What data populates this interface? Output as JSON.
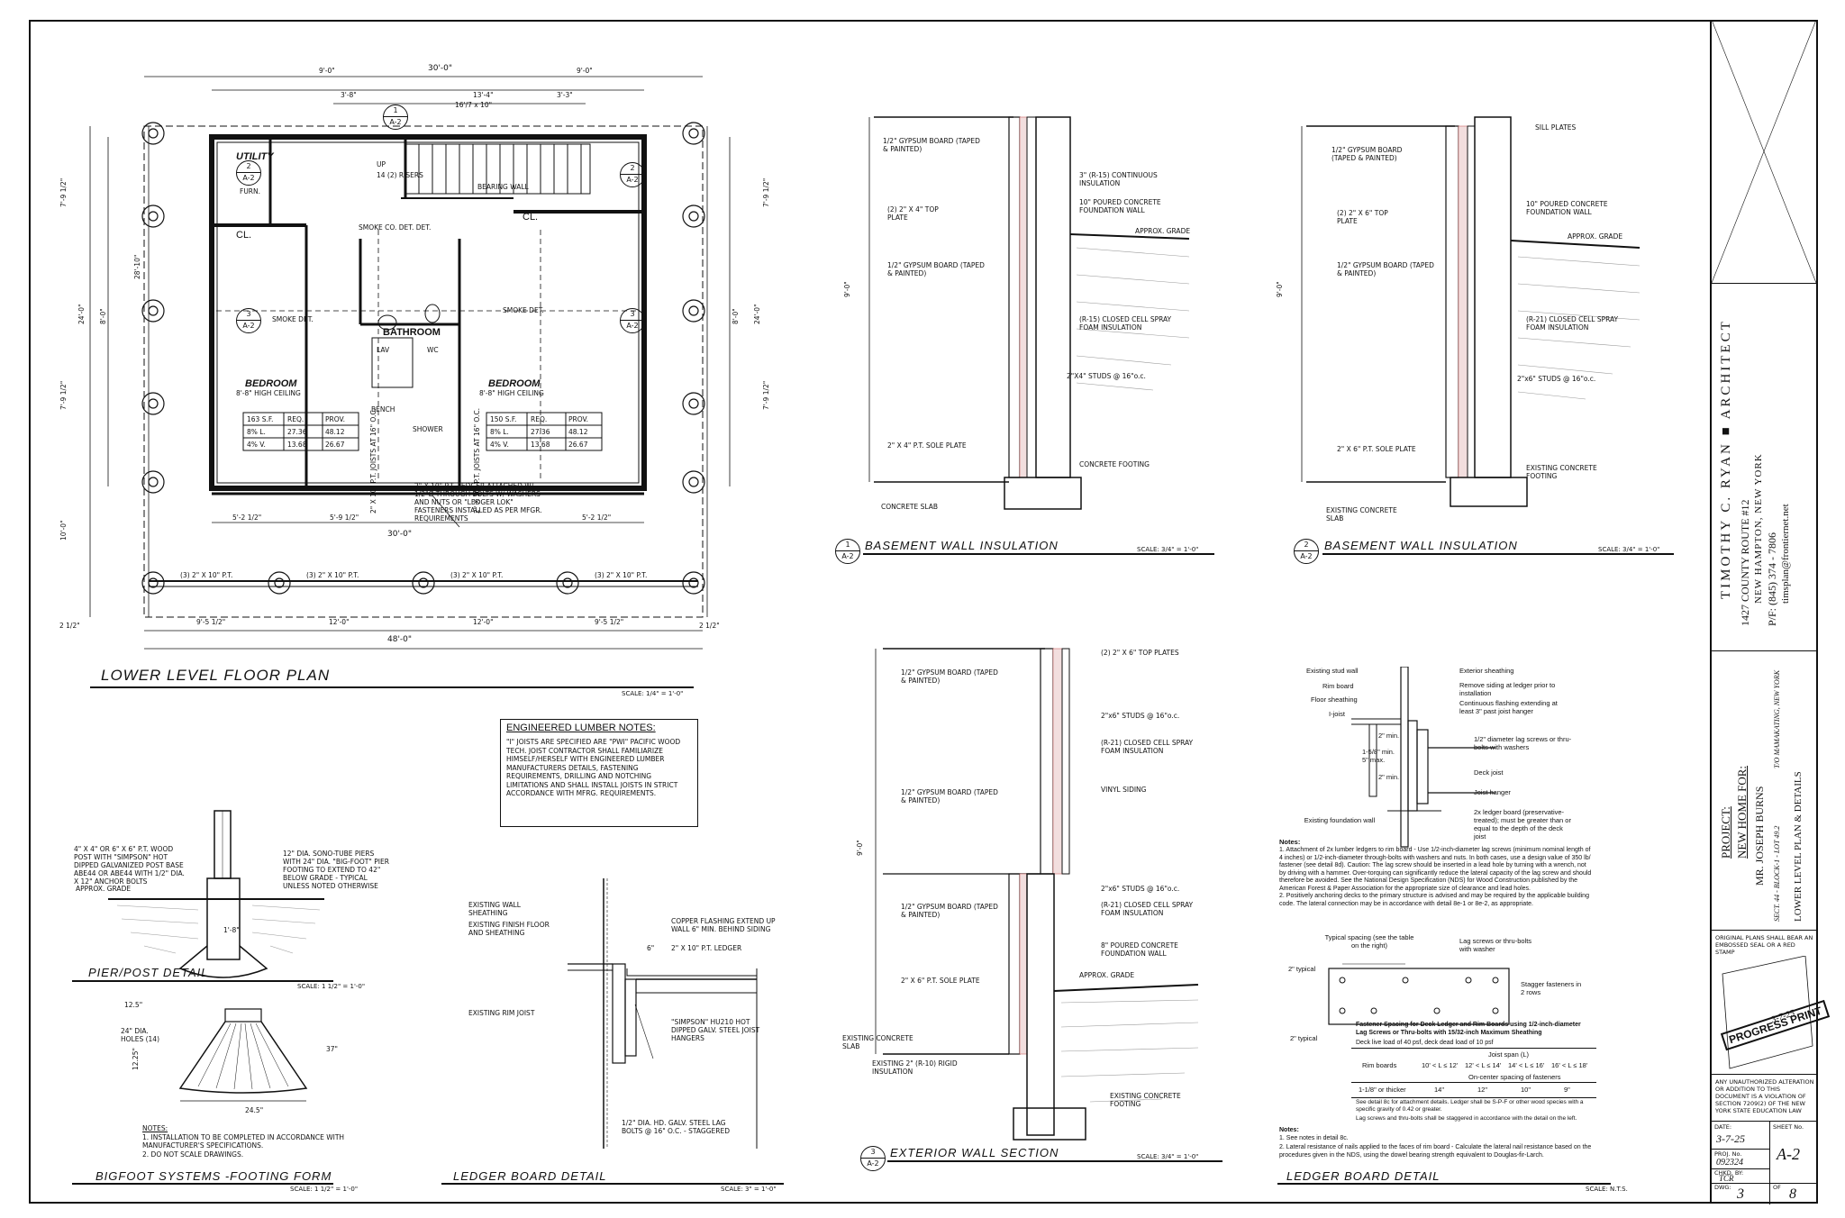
{
  "floor_plan": {
    "title": "LOWER LEVEL FLOOR PLAN",
    "scale": "SCALE: 1/4\" = 1'-0\"",
    "dims": {
      "top_total": "30'-0\"",
      "top_left": "9'-0\"",
      "top_right": "9'-0\"",
      "top_mid": "13'-4\"",
      "top_mid2": "16'/7 x 10\"",
      "top_a": "3'-8\"",
      "top_b": "3'-3\"",
      "bottom_total": "48'-0\"",
      "bottom_left": "9'-5 1/2\"",
      "bottom_mid": "12'-0\"",
      "bottom_mid2": "12'-0\"",
      "bottom_right": "9'-5 1/2\"",
      "lower_mid": "30'-0\"",
      "lower_left": "5'-2 1/2\"",
      "lower_mid2": "5'-9 1/2\"",
      "lower_right": "5'-2 1/2\"",
      "left_total": "24'-0\"",
      "right_total": "24'-0\"",
      "left_mid": "8'-0\"",
      "right_mid": "8'-0\"",
      "left_far": "10'-0\"",
      "left_a": "7'-9 1/2\"",
      "left_b": "7'-9 1/2\"",
      "left_c": "28'-10\"",
      "right_a": "7'-9 1/2\"",
      "right_b": "7'-9 1/2\"",
      "far_left_a": "2 1/2\"",
      "far_left_b": "2 1/2\""
    },
    "rooms": {
      "utility": "UTILITY",
      "furn": "FURN.",
      "cl1": "CL.",
      "cl2": "CL.",
      "bathroom": "BATHROOM",
      "lav": "LAV",
      "wc": "WC",
      "bench": "BENCH",
      "shower": "SHOWER",
      "bearing_wall": "BEARING WALL",
      "up": "UP",
      "risers": "14 (2) RISERS"
    },
    "bedroom_left": {
      "name": "BEDROOM",
      "ceiling": "8'-8\" HIGH CEILING",
      "table": [
        [
          "163 S.F.",
          "REQ.",
          "PROV."
        ],
        [
          "8% L.",
          "27.36",
          "48.12"
        ],
        [
          "4% V.",
          "13.68",
          "26.67"
        ]
      ]
    },
    "bedroom_right": {
      "name": "BEDROOM",
      "ceiling": "8'-8\" HIGH CEILING",
      "table": [
        [
          "150 S.F.",
          "REQ.",
          "PROV."
        ],
        [
          "8% L.",
          "27.36",
          "48.12"
        ],
        [
          "4% V.",
          "13.68",
          "26.67"
        ]
      ]
    },
    "ledger_note": "2\" X 10\" P.T. LEDGER ATTACHED W/ 1/2\"Ø THROUGH-BOLTS W/ WASHERS AND NUTS OR \"LEDGER LOK\" FASTENERS INSTALLED AS PER MFGR. REQUIREMENTS",
    "bottom_beams": [
      "(3) 2\" X 10\" P.T.",
      "(3) 2\" X 10\" P.T.",
      "(3) 2\" X 10\" P.T.",
      "(3) 2\" X 10\" P.T."
    ],
    "joists_note": "2\" X 10\" P.T. JOISTS AT 16\" O.C.",
    "joists_note2": "2\" X 10\" P.T. JOISTS AT 16\" O.C.",
    "smoke_det": "SMOKE DET.",
    "smoke_co": "SMOKE CO. DET. DET."
  },
  "engineered_notes": {
    "title": "ENGINEERED LUMBER NOTES:",
    "body": "\"I\" JOISTS ARE SPECIFIED ARE \"PWI\" PACIFIC WOOD TECH. JOIST CONTRACTOR SHALL FAMILIARIZE HIMSELF/HERSELF WITH ENGINEERED LUMBER MANUFACTURERS DETAILS, FASTENING REQUIREMENTS, DRILLING AND NOTCHING LIMITATIONS AND SHALL INSTALL JOISTS IN STRICT ACCORDANCE WITH MFRG. REQUIREMENTS."
  },
  "pier_detail": {
    "title": "PIER/POST DETAIL",
    "scale": "SCALE: 1 1/2\" = 1'-0\"",
    "note1": "4\" X 4\" OR 6\" X 6\" P.T. WOOD POST WITH \"SIMPSON\" HOT DIPPED GALVANIZED POST BASE ABE44 OR ABE44 WITH 1/2\" DIA. X 12\" ANCHOR BOLTS",
    "note2": "12\" DIA. SONO-TUBE PIERS WITH 24\" DIA. \"BIG-FOOT\" PIER FOOTING TO EXTEND TO 42\" BELOW GRADE - TYPICAL UNLESS NOTED OTHERWISE",
    "grade": "APPROX. GRADE",
    "dim": "1'-8\""
  },
  "bigfoot": {
    "title": "BIGFOOT SYSTEMS -FOOTING FORM",
    "scale": "SCALE: 1 1/2\" = 1'-0\"",
    "top_dim": "12.5\"",
    "holes": "24\" DIA. HOLES (14)",
    "side_dim": "12.25\"",
    "angle": "37\"",
    "bottom_dim": "24.5\"",
    "notes_title": "NOTES:",
    "notes": [
      "1.  INSTALLATION TO BE COMPLETED IN ACCORDANCE WITH MANUFACTURER'S SPECIFICATIONS.",
      "2.  DO NOT SCALE DRAWINGS."
    ]
  },
  "ledger_detail": {
    "title": "LEDGER BOARD DETAIL",
    "scale": "SCALE: 3\" = 1'-0\"",
    "labels": [
      "EXISTING WALL SHEATHING",
      "EXISTING FINISH FLOOR AND SHEATHING",
      "EXISTING RIM JOIST",
      "COPPER FLASHING EXTEND UP WALL 6\" MIN. BEHIND SIDING",
      "2\" X 10\" P.T. LEDGER",
      "\"SIMPSON\" HU210 HOT DIPPED GALV. STEEL JOIST HANGERS",
      "1/2\" DIA. HD. GALV. STEEL LAG BOLTS @ 16\" O.C. - STAGGERED"
    ],
    "dim": "6\""
  },
  "section1": {
    "num": "1",
    "sheet": "A-2",
    "title": "BASEMENT WALL INSULATION",
    "scale": "SCALE: 3/4\" = 1'-0\"",
    "height": "9'-0\"",
    "left_labels": [
      "1/2\" GYPSUM BOARD (TAPED & PAINTED)",
      "(2) 2\" X 4\" TOP PLATE",
      "1/2\" GYPSUM BOARD (TAPED & PAINTED)",
      "2\" X 4\" P.T. SOLE PLATE",
      "CONCRETE SLAB"
    ],
    "right_labels": [
      "3\" (R-15) CONTINUOUS INSULATION",
      "10\" POURED CONCRETE FOUNDATION WALL",
      "APPROX. GRADE",
      "(R-15) CLOSED CELL SPRAY FOAM INSULATION",
      "2\"X4\" STUDS @ 16\"o.c.",
      "CONCRETE FOOTING"
    ]
  },
  "section2": {
    "num": "2",
    "sheet": "A-2",
    "title": "BASEMENT WALL INSULATION",
    "scale": "SCALE: 3/4\" = 1'-0\"",
    "height": "9'-0\"",
    "left_labels": [
      "1/2\" GYPSUM BOARD (TAPED & PAINTED)",
      "(2) 2\" X 6\" TOP PLATE",
      "1/2\" GYPSUM BOARD (TAPED & PAINTED)",
      "2\" X 6\" P.T. SOLE PLATE",
      "EXISTING CONCRETE SLAB"
    ],
    "right_labels": [
      "SILL PLATES",
      "10\" POURED CONCRETE FOUNDATION WALL",
      "APPROX. GRADE",
      "(R-21) CLOSED CELL SPRAY FOAM INSULATION",
      "2\"x6\" STUDS @ 16\"o.c.",
      "EXISTING CONCRETE FOOTING"
    ]
  },
  "section3": {
    "num": "3",
    "sheet": "A-2",
    "title": "EXTERIOR WALL SECTION",
    "scale": "SCALE: 3/4\" = 1'-0\"",
    "height": "9'-0\"",
    "left_labels": [
      "1/2\" GYPSUM BOARD (TAPED & PAINTED)",
      "1/2\" GYPSUM BOARD (TAPED & PAINTED)",
      "1/2\" GYPSUM BOARD (TAPED & PAINTED)",
      "2\" X 6\" P.T. SOLE PLATE",
      "EXISTING CONCRETE SLAB",
      "EXISTING 2\" (R-10) RIGID INSULATION"
    ],
    "right_labels": [
      "(2) 2\" X 6\" TOP PLATES",
      "2\"x6\" STUDS @ 16\"o.c.",
      "(R-21) CLOSED CELL SPRAY FOAM INSULATION",
      "VINYL SIDING",
      "2\"x6\" STUDS @ 16\"o.c.",
      "(R-21) CLOSED CELL SPRAY FOAM INSULATION",
      "8\" POURED CONCRETE FOUNDATION WALL",
      "APPROX. GRADE",
      "EXISTING CONCRETE FOOTING"
    ]
  },
  "ledger_detail2": {
    "title": "LEDGER BOARD DETAIL",
    "scale": "SCALE: N.T.S.",
    "left_labels": [
      "Existing stud wall",
      "Rim board",
      "Floor sheathing",
      "I-joist",
      "Existing foundation wall"
    ],
    "right_labels": [
      "Exterior sheathing",
      "Remove siding at ledger prior to installation",
      "Continuous flashing extending at least 3\" past joist hanger",
      "1/2\" diameter lag screws or thru-bolts with washers",
      "Deck joist",
      "Joist hanger",
      "2x ledger board (preservative-treated); must be greater than or equal to the depth of the deck joist"
    ],
    "dims": [
      "2\" min.",
      "1-5/8\" min. 5\" max.",
      "2\" min."
    ],
    "notes_title": "Notes:",
    "notes": [
      "1.  Attachment of 2x lumber ledgers to rim board - Use 1/2-inch-diameter lag screws (minimum nominal length of 4 inches) or 1/2-inch-diameter through-bolts with washers and nuts. In both cases, use a design value of 350 lb/ fastener (see detail 8d). Caution: The lag screw should be inserted in a lead hole by turning with a wrench, not by driving with a hammer. Over-torquing can significantly reduce the lateral capacity of the lag screw and should therefore be avoided. See the National Design Specification (NDS) for Wood Construction published by the American Forest & Paper Association for the appropriate size of clearance and lead holes.",
      "2.  Positively anchoring decks to the primary structure is advised and may be required by the applicable building code. The lateral connection may be in accordance with detail 8e-1 or 8e-2, as appropriate."
    ],
    "fastener_labels": [
      "Typical spacing (see the table on the right)",
      "Lag screws or thru-bolts with washer",
      "2\" typical",
      "Stagger fasteners in 2 rows",
      "2\" typical"
    ],
    "table_title": "Fastener Spacing for Deck Ledger and Rim Boards using 1/2-inch-diameter Lag Screws or Thru-bolts with 15/32-inch Maximum Sheathing",
    "table_sub": "Deck live load of 40 psf, deck dead load of 10 psf",
    "table_head1": "Joist span (L)",
    "table_head2": [
      "Rim boards",
      "10' < L ≤ 12'",
      "12' < L ≤ 14'",
      "14' < L ≤ 16'",
      "16' < L ≤ 18'"
    ],
    "table_head3": "On-center spacing of fasteners",
    "table_row": [
      "1-1/8\" or thicker",
      "14\"",
      "12\"",
      "10\"",
      "9\""
    ],
    "table_foot1": "See detail 8c for attachment details. Ledger shall be S-P-F or other wood species with a specific gravity of 0.42 or greater.",
    "table_foot2": "Lag screws and thru-bolts shall be staggered in accordance with the detail on the left.",
    "notes2_title": "Notes:",
    "notes2": [
      "1.  See notes in detail 8c.",
      "2.  Lateral resistance of nails applied to the faces of rim board - Calculate the lateral nail resistance based on the procedures given in the NDS, using the dowel bearing strength equivalent to Douglas-fir-Larch."
    ]
  },
  "title_block": {
    "architect": "TIMOTHY C. RYAN ■ ARCHITECT",
    "address": "1427 COUNTY ROUTE #12",
    "city": "NEW HAMPTON, NEW YORK",
    "phone": "P/F: (845) 374 - 7806",
    "email": "timsplan@frontiernet.net",
    "project_label": "PROJECT:",
    "project": "NEW HOME FOR:",
    "client": "MR. JOSEPH BURNS",
    "location": "T/O MAMAKATING, NEW YORK",
    "lot": "SECT. 44 - BLOCK-1 - LOT 49.2",
    "sheet_title": "LOWER LEVEL PLAN & DETAILS",
    "seal_note": "ORIGINAL PLANS SHALL BEAR AN EMBOSSED SEAL OR A RED STAMP",
    "progress_stamp": "PROGRESS PRINT",
    "stamp_date": "3-7-25",
    "legal": "ANY UNAUTHORIZED ALTERATION OR ADDITION TO THIS DOCUMENT IS A VIOLATION OF SECTION 7209(2) OF THE NEW YORK STATE EDUCATION LAW",
    "date_label": "DATE:",
    "date": "3-7-25",
    "sheet_no_label": "SHEET No.",
    "sheet_no": "A-2",
    "proj_no_label": "PROJ. No.",
    "proj_no": "092324",
    "chkd_label": "CHKD. BY:",
    "chkd": "TCR",
    "dwg_label": "DWG:",
    "dwg": "3",
    "of_label": "OF",
    "of": "8"
  }
}
